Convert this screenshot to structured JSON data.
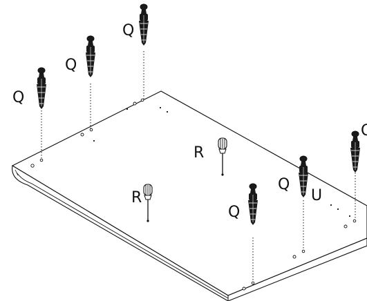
{
  "labels": {
    "q1": "Q",
    "q2": "Q",
    "q3": "Q",
    "q4": "Q",
    "q5": "Q",
    "q6": "Q",
    "r1": "R",
    "r2": "R",
    "u": "U"
  },
  "colors": {
    "line": "#111111",
    "part_fill": "#1a1a1a",
    "background": "#ffffff"
  }
}
